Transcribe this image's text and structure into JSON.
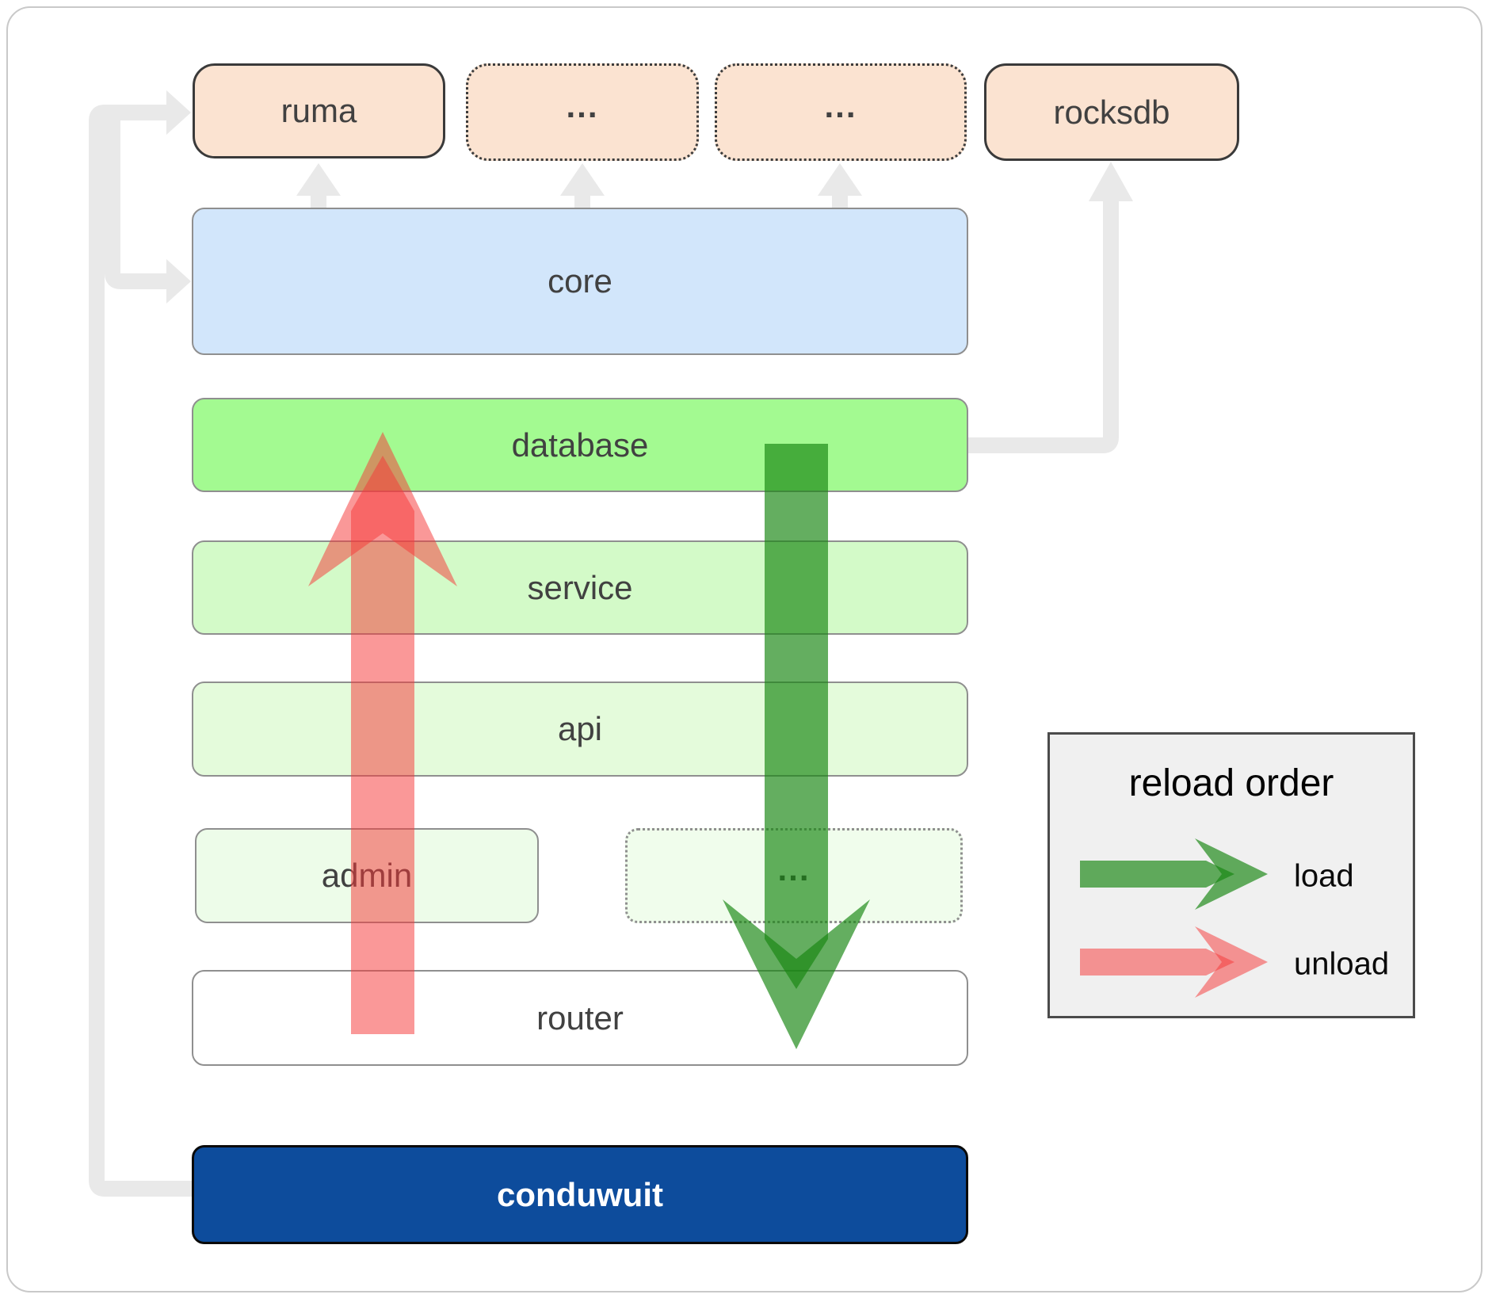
{
  "boxes": {
    "ruma": "ruma",
    "crates_more_1": "...",
    "crates_more_2": "...",
    "rocksdb": "rocksdb",
    "core": "core",
    "database": "database",
    "service": "service",
    "api": "api",
    "admin": "admin",
    "modules_more": "...",
    "router": "router",
    "conduwuit": "conduwuit"
  },
  "legend": {
    "title": "reload order",
    "load_label": "load",
    "unload_label": "unload"
  },
  "colors": {
    "load_arrow": "rgba(24,134,18,0.67)",
    "unload_arrow": "rgba(245,58,58,0.52)",
    "connector": "#e9e9e9",
    "crate_fill": "#fbe3d1",
    "core_fill": "#d2e6fb",
    "database_fill": "#a3fa91",
    "service_fill": "#d3fac8",
    "api_fill": "#e4fbdb",
    "admin_fill": "#edfce9",
    "modules_more_fill": "#f0fdec",
    "router_fill": "#ffffff",
    "conduwuit_fill": "#0d4c9c",
    "legend_fill": "#f0f0f0"
  }
}
